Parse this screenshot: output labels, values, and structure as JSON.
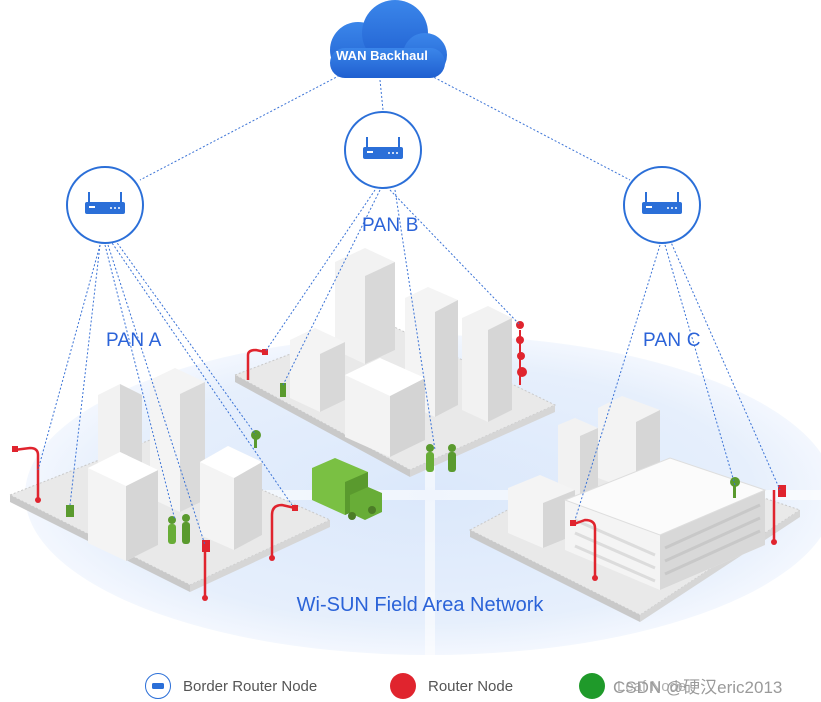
{
  "cloud": {
    "label": "WAN Backhaul"
  },
  "pans": [
    {
      "label": "PAN A"
    },
    {
      "label": "PAN B"
    },
    {
      "label": "PAN C"
    }
  ],
  "network_label": "Wi-SUN Field Area Network",
  "legend": [
    {
      "label": "Border Router Node",
      "color": "#2b6fd8"
    },
    {
      "label": "Router Node",
      "color": "#e0242e"
    },
    {
      "label": "Leaf Node",
      "color": "#1f9a2a"
    }
  ],
  "watermark": "CSDN @硬汉eric2013",
  "colors": {
    "accent_blue": "#2b6fd8",
    "router_red": "#e0242e",
    "leaf_green": "#1f9a2a"
  }
}
